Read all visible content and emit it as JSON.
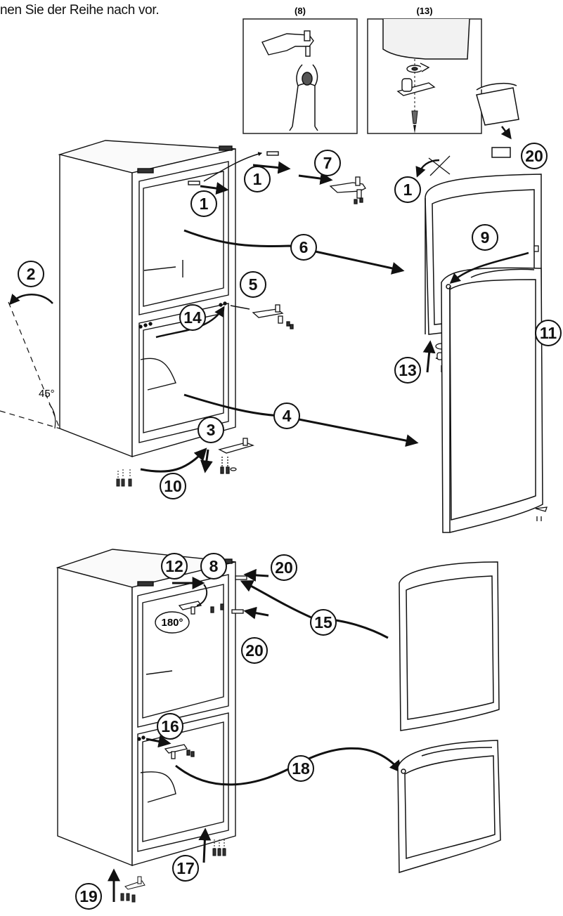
{
  "instruction_fragment": "nen Sie der Reihe nach vor.",
  "insets": {
    "left_label": "(8)",
    "right_label": "(13)"
  },
  "angle_label": "45°",
  "rotate_label": "180°",
  "steps": {
    "s1": "1",
    "s2": "2",
    "s3": "3",
    "s4": "4",
    "s5": "5",
    "s6": "6",
    "s7": "7",
    "s8": "8",
    "s9": "9",
    "s10": "10",
    "s11": "11",
    "s12": "12",
    "s13": "13",
    "s14": "14",
    "s15": "15",
    "s16": "16",
    "s17": "17",
    "s18": "18",
    "s19": "19",
    "s20": "20"
  }
}
